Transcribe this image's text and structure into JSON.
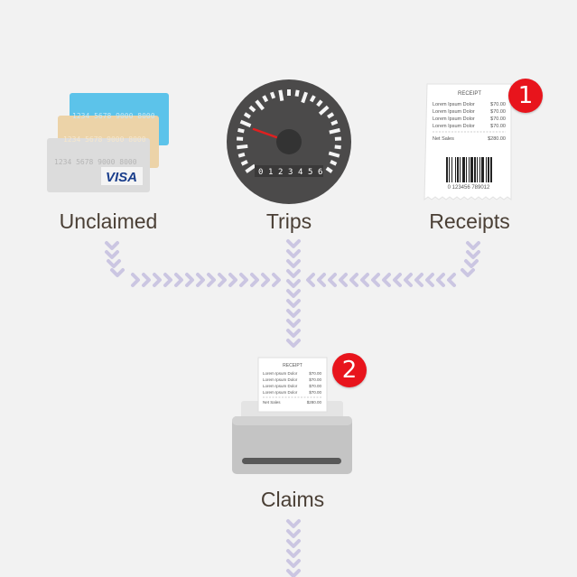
{
  "nodes": {
    "unclaimed": {
      "label": "Unclaimed"
    },
    "trips": {
      "label": "Trips"
    },
    "receipts": {
      "label": "Receipts",
      "badge": "1"
    },
    "claims": {
      "label": "Claims",
      "badge": "2"
    }
  },
  "card": {
    "number": "1234 5678 9000 8000",
    "brand": "VISA"
  },
  "odometer": [
    "0",
    "1",
    "2",
    "3",
    "4",
    "5",
    "6"
  ],
  "receipt": {
    "title": "RECEIPT",
    "line_item": "Lorem Ipsum Dolor",
    "line_amount": "$70.00",
    "total_label": "Net Sales",
    "total_amount": "$280.00",
    "barcode_number": "0 123456 789012"
  },
  "colors": {
    "arrow": "#cbc6e2",
    "badge": "#e8141c",
    "text": "#4a3f35"
  }
}
